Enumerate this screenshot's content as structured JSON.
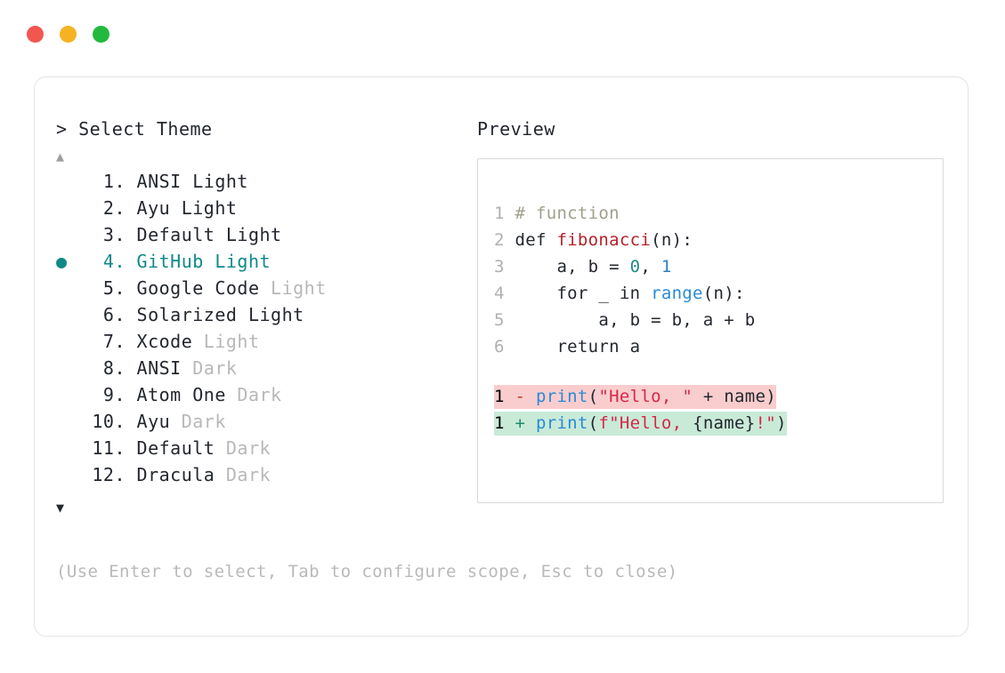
{
  "window": {
    "traffic_lights": [
      {
        "name": "close",
        "color": "#f2574f"
      },
      {
        "name": "minimize",
        "color": "#f5b324"
      },
      {
        "name": "zoom",
        "color": "#22b93c"
      }
    ]
  },
  "picker": {
    "prompt": "> Select Theme",
    "scroll_up_glyph": "▲",
    "scroll_down_glyph": "▼",
    "selected_index": 4,
    "selected_bullet": "●",
    "items": [
      {
        "num": " 1.",
        "name": "ANSI Light",
        "variant": "",
        "selected": false
      },
      {
        "num": " 2.",
        "name": "Ayu Light",
        "variant": "",
        "selected": false
      },
      {
        "num": " 3.",
        "name": "Default Light",
        "variant": "",
        "selected": false
      },
      {
        "num": " 4.",
        "name": "GitHub Light",
        "variant": "",
        "selected": true
      },
      {
        "num": " 5.",
        "name": "Google Code ",
        "variant": "Light",
        "selected": false
      },
      {
        "num": " 6.",
        "name": "Solarized Light",
        "variant": "",
        "selected": false
      },
      {
        "num": " 7.",
        "name": "Xcode ",
        "variant": "Light",
        "selected": false
      },
      {
        "num": " 8.",
        "name": "ANSI ",
        "variant": "Dark",
        "selected": false
      },
      {
        "num": " 9.",
        "name": "Atom One ",
        "variant": "Dark",
        "selected": false
      },
      {
        "num": "10.",
        "name": "Ayu ",
        "variant": "Dark",
        "selected": false
      },
      {
        "num": "11.",
        "name": "Default ",
        "variant": "Dark",
        "selected": false
      },
      {
        "num": "12.",
        "name": "Dracula ",
        "variant": "Dark",
        "selected": false
      }
    ],
    "footer_hint": "(Use Enter to select, Tab to configure scope, Esc to close)"
  },
  "preview": {
    "label": "Preview",
    "code_lines": [
      {
        "ln": "1 ",
        "segments": [
          {
            "t": "# function",
            "c": "tok-comment"
          }
        ]
      },
      {
        "ln": "2 ",
        "segments": [
          {
            "t": "def ",
            "c": "tok-plain"
          },
          {
            "t": "fibonacci",
            "c": "tok-func"
          },
          {
            "t": "(n):",
            "c": "tok-plain"
          }
        ]
      },
      {
        "ln": "3 ",
        "segments": [
          {
            "t": "    a, b = ",
            "c": "tok-plain"
          },
          {
            "t": "0",
            "c": "tok-num-a"
          },
          {
            "t": ", ",
            "c": "tok-plain"
          },
          {
            "t": "1",
            "c": "tok-num-b"
          }
        ]
      },
      {
        "ln": "4 ",
        "segments": [
          {
            "t": "    for _ in ",
            "c": "tok-plain"
          },
          {
            "t": "range",
            "c": "tok-builtin"
          },
          {
            "t": "(n):",
            "c": "tok-plain"
          }
        ]
      },
      {
        "ln": "5 ",
        "segments": [
          {
            "t": "        a, b = b, a + b",
            "c": "tok-plain"
          }
        ]
      },
      {
        "ln": "6 ",
        "segments": [
          {
            "t": "    return a",
            "c": "tok-plain"
          }
        ]
      }
    ],
    "diff_lines": [
      {
        "kind": "minus",
        "ln": "1 ",
        "sign": "- ",
        "segments": [
          {
            "t": "print",
            "c": "tok-builtin"
          },
          {
            "t": "(",
            "c": "tok-plain"
          },
          {
            "t": "\"Hello, \"",
            "c": "tok-string"
          },
          {
            "t": " + name)",
            "c": "tok-plain"
          }
        ]
      },
      {
        "kind": "plus",
        "ln": "1 ",
        "sign": "+ ",
        "segments": [
          {
            "t": "print",
            "c": "tok-builtin"
          },
          {
            "t": "(",
            "c": "tok-plain"
          },
          {
            "t": "f\"Hello, ",
            "c": "tok-string"
          },
          {
            "t": "{name}",
            "c": "tok-plain"
          },
          {
            "t": "!\"",
            "c": "tok-string"
          },
          {
            "t": ")",
            "c": "tok-plain"
          }
        ]
      }
    ]
  },
  "colors": {
    "accent_teal": "#0f8a87",
    "diff_add_bg": "#c9ead7",
    "diff_del_bg": "#f9cdcd",
    "text": "#23272e",
    "dim": "#b8b8b8",
    "border": "#e3e3e3"
  }
}
